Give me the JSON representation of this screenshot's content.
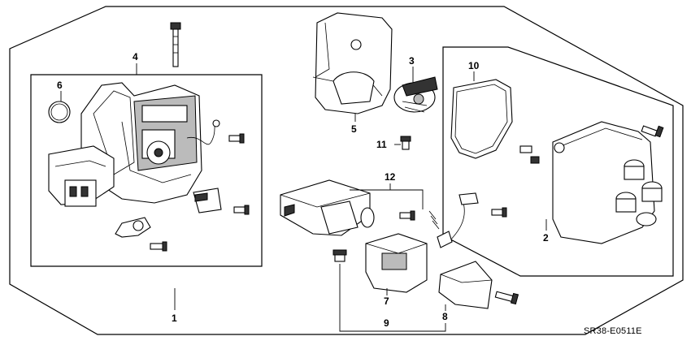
{
  "diagram": {
    "code": "SR38-E0511E",
    "callouts": {
      "c1": "1",
      "c2": "2",
      "c3": "3",
      "c4": "4",
      "c5": "5",
      "c6": "6",
      "c7": "7",
      "c8": "8",
      "c9": "9",
      "c10": "10",
      "c11": "11",
      "c12": "12"
    }
  }
}
